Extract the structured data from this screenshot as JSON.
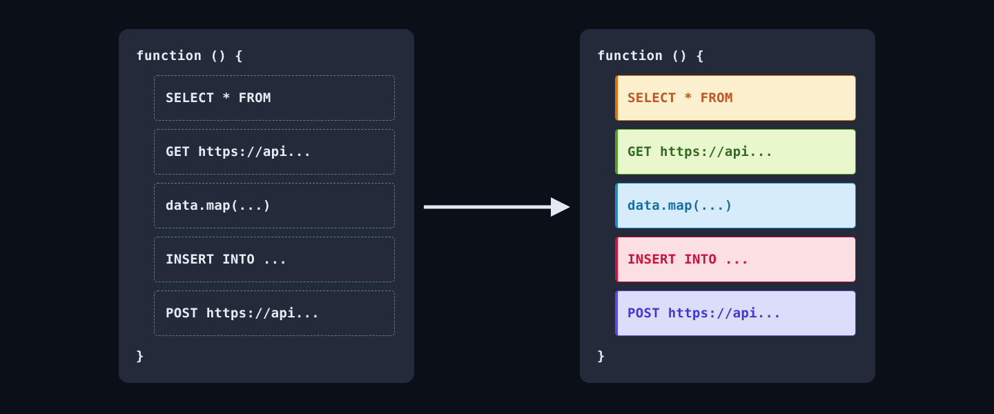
{
  "canvas": {
    "background": "#0b0f18",
    "panel_background": "#232b3b"
  },
  "left_panel": {
    "name": "plain-code-panel",
    "open_brace": "function () {",
    "close_brace": "}",
    "row_border_color": "#6d7890",
    "row_text_color": "#e8ecf4",
    "rows": [
      {
        "code": "SELECT * FROM"
      },
      {
        "code": "GET https://api..."
      },
      {
        "code": "data.map(...)"
      },
      {
        "code": "INSERT INTO ..."
      },
      {
        "code": "POST https://api..."
      }
    ]
  },
  "connector": {
    "name": "transform-arrow",
    "direction": "right",
    "color": "#e3e8f2"
  },
  "right_panel": {
    "name": "highlighted-code-panel",
    "open_brace": "function () {",
    "close_brace": "}",
    "rows": [
      {
        "code": "SELECT * FROM",
        "kind": "sql-select",
        "background": "#fdf0ce",
        "text": "#c05621",
        "border": "#d97706"
      },
      {
        "code": "GET https://api...",
        "kind": "http-get",
        "background": "#e8f7cc",
        "text": "#2f6b21",
        "border": "#5a9a28"
      },
      {
        "code": "data.map(...)",
        "kind": "js-map",
        "background": "#d6ecfb",
        "text": "#1a6ea8",
        "border": "#2e86c1"
      },
      {
        "code": "INSERT INTO ...",
        "kind": "sql-insert",
        "background": "#fcdfe3",
        "text": "#d0103a",
        "border": "#d0103a"
      },
      {
        "code": "POST https://api...",
        "kind": "http-post",
        "background": "#dcddfa",
        "text": "#4038d8",
        "border": "#5b4bdc"
      }
    ]
  }
}
